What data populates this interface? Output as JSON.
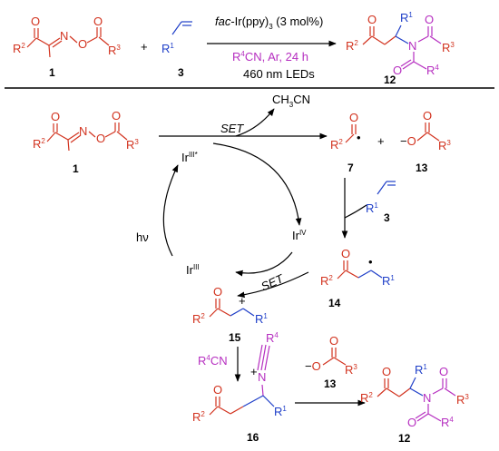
{
  "colors": {
    "red": "#d2331f",
    "blue": "#1f3fc8",
    "magenta": "#b62fc0",
    "black": "#000000"
  },
  "top_reaction": {
    "reactant_1_label": "1",
    "plus": "+",
    "reactant_3_label": "3",
    "catalyst_prefix": "fac",
    "catalyst_rest": "-Ir(ppy)",
    "catalyst_sub": "3",
    "catalyst_loading": " (3 mol%)",
    "cond_r": "R",
    "cond_r_sup": "4",
    "cond_rest": "CN, Ar, 24 h",
    "light": "460 nm LEDs",
    "product_label": "12"
  },
  "groups": {
    "R": "R",
    "one": "1",
    "two": "2",
    "three": "3",
    "four": "4",
    "O": "O",
    "N": "N"
  },
  "mechanism": {
    "set_top": "SET",
    "ch3cn": "CH",
    "ch3cn_sub": "3",
    "ch3cn_tail": "CN",
    "species_1_label": "1",
    "species_7_label": "7",
    "species_13_label": "13",
    "species_3_label": "3",
    "species_14_label": "14",
    "species_15_label": "15",
    "species_16_label": "16",
    "species_12_label": "12",
    "ir": "Ir",
    "ir3_star_sup": "III*",
    "ir4_sup": "IV",
    "ir3_sup": "III",
    "hv": "hν",
    "set_bottom": "SET",
    "r4cn_r": "R",
    "r4cn_sup": "4",
    "r4cn_tail": "CN",
    "plus": "+",
    "minus": "−",
    "radical_dot": "•"
  }
}
